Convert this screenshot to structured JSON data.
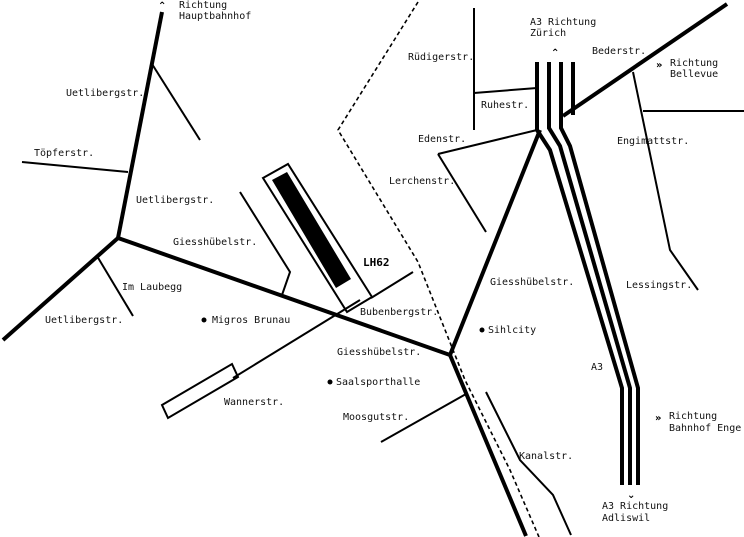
{
  "map": {
    "streets": {
      "uetliberg_top": "Uetlibergstr.",
      "uetliberg_mid": "Uetlibergstr.",
      "uetliberg_low": "Uetlibergstr.",
      "toepfer": "Töpferstr.",
      "giesshuebel_west": "Giesshübelstr.",
      "im_laubegg": "Im Laubegg",
      "ruediger": "Rüdigerstr.",
      "ruhe": "Ruhestr.",
      "eden": "Edenstr.",
      "lerchen": "Lerchenstr.",
      "beder": "Bederstr.",
      "engimatt": "Engimattstr.",
      "lessing": "Lessingstr.",
      "giesshuebel_east": "Giesshübelstr.",
      "bubenberg": "Bubenbergstr.",
      "giesshuebel_center": "Giesshübelstr.",
      "wanner": "Wannerstr.",
      "moosgut": "Moosgutstr.",
      "kanal": "Kanalstr."
    },
    "directions": {
      "hauptbahnhof_line1": "Richtung",
      "hauptbahnhof_line2": "Hauptbahnhof",
      "zuerich_line1": "A3 Richtung",
      "zuerich_line2": "Zürich",
      "bellevue_line1": "Richtung",
      "bellevue_line2": "Bellevue",
      "enge_line1": "Richtung",
      "enge_line2": "Bahnhof Enge",
      "adliswil_line1": "A3 Richtung",
      "adliswil_line2": "Adliswil",
      "a3_label": "A3"
    },
    "landmarks": {
      "migros": "Migros Brunau",
      "sihlcity": "Sihlcity",
      "saalsporthalle": "Saalsporthalle"
    },
    "building": "LH62"
  }
}
